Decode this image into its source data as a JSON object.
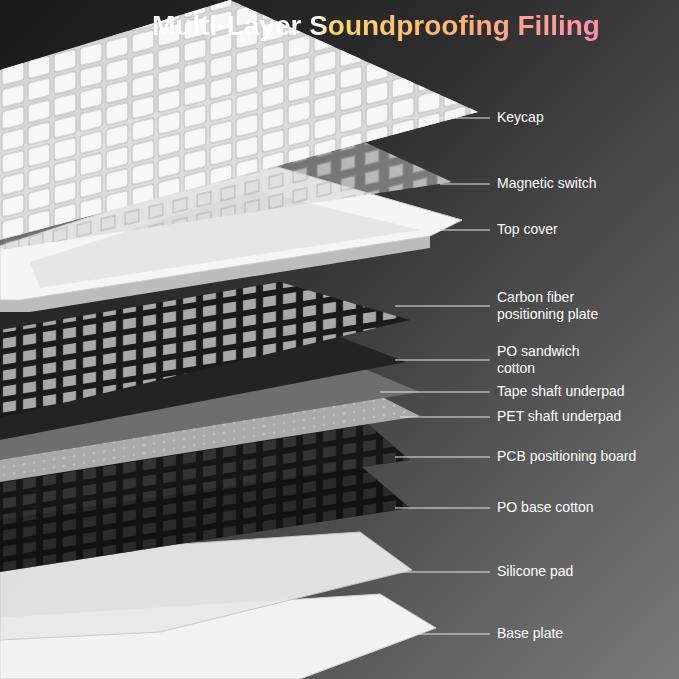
{
  "diagram": {
    "title": "Multi-Layer Soundproofing Filling",
    "labels": [
      "Keycap",
      "Magnetic switch",
      "Top cover",
      "Carbon fiber positioning plate",
      "PO sandwich cotton",
      "Tape shaft underpad",
      "PET shaft underpad",
      "PCB positioning board",
      "PO base cotton",
      "Silicone pad",
      "Base plate"
    ]
  }
}
